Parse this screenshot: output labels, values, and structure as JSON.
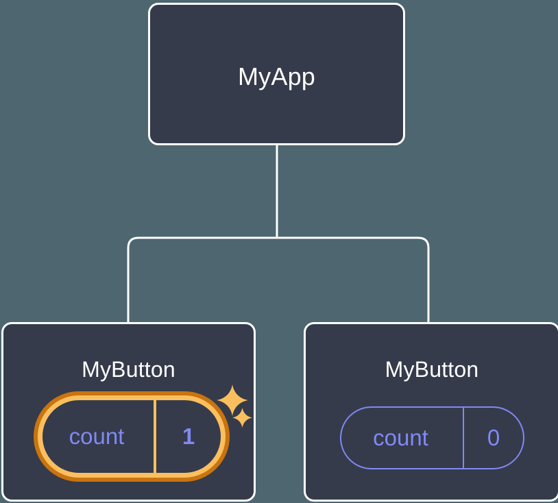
{
  "diagram": {
    "title": "React component tree with state update highlight",
    "background_color": "#4d6670",
    "node_fill": "#353b4a",
    "node_border": "#ffffff",
    "accent_highlight_outer": "#c9740f",
    "accent_highlight_inner": "#fbbf5f",
    "accent_state": "#8189f5",
    "connector_color": "#ffffff"
  },
  "root": {
    "label": "MyApp"
  },
  "children": [
    {
      "label": "MyButton",
      "state": {
        "key": "count",
        "value": "1",
        "highlighted": true,
        "sparkles": [
          "sparkle-large",
          "sparkle-small"
        ]
      }
    },
    {
      "label": "MyButton",
      "state": {
        "key": "count",
        "value": "0",
        "highlighted": false
      }
    }
  ]
}
